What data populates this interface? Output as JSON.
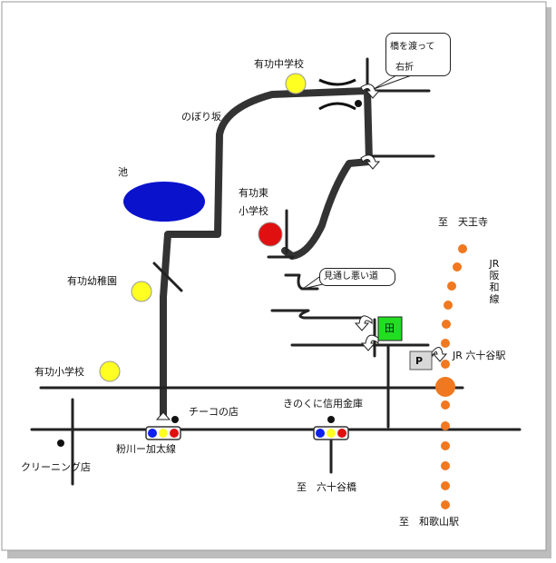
{
  "labels": {
    "junior_high": "有功中学校",
    "bridge_note_line1": "橋を渡って",
    "bridge_note_line2": "右折",
    "noborizaka": "のぼり坂",
    "pond": "池",
    "east_elementary_line1": "有功東",
    "east_elementary_line2": "小学校",
    "tennoji": "至　天王寺",
    "hanwa_line": "JR阪和線",
    "kindergarten": "有功幼稚園",
    "poor_visibility": "見通し悪い道",
    "field_mark": "田",
    "parking_mark": "P",
    "jr_station": "JR 六十谷駅",
    "elementary": "有功小学校",
    "chiko_shop": "チーコの店",
    "credit_union": "きのくに信用金庫",
    "kokawa_road": "粉川ー加太線",
    "cleaning_shop": "クリーニング店",
    "to_mutaki_bridge": "至　六十谷橋",
    "to_wakayama_station": "至　和歌山駅"
  },
  "colors": {
    "main_road": "#333333",
    "minor_road": "#222222",
    "pond": "#0a12cc",
    "school_marker": "#ffff22",
    "east_elementary_marker": "#e01010",
    "jr_dot": "#f07820",
    "field_fill": "#22dd22",
    "parking_fill": "#d8d8d8"
  }
}
